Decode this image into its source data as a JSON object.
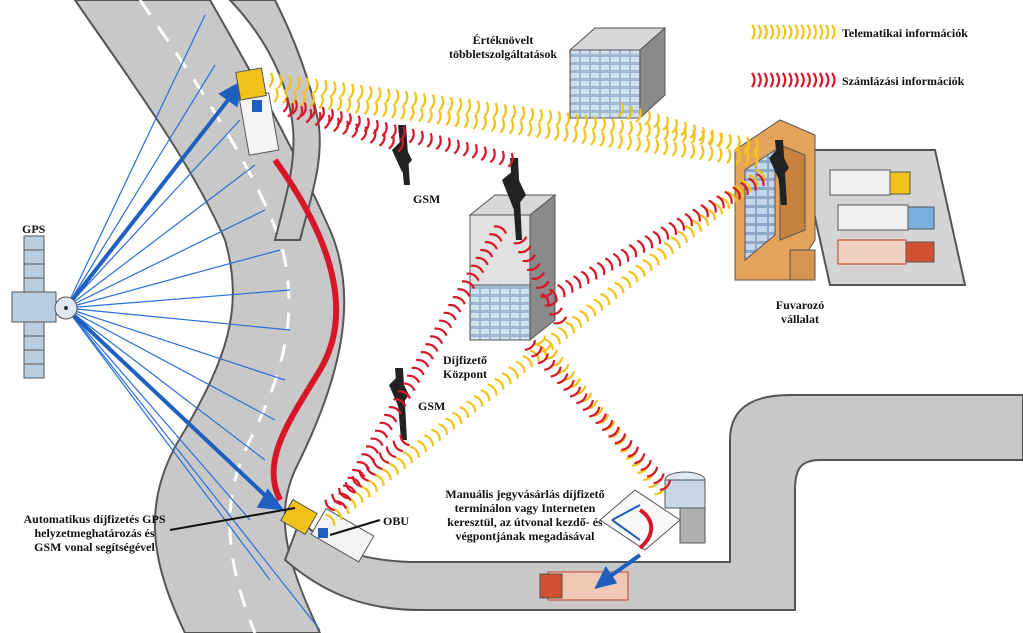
{
  "legend": {
    "telematics": {
      "label": "Telematikai információk",
      "color": "#f2c21a"
    },
    "billing": {
      "label": "Számlázási információk",
      "color": "#d6172a"
    }
  },
  "labels": {
    "gps": "GPS",
    "value_added_line1": "Értéknövelt",
    "value_added_line2": "többletszolgáltatások",
    "gsm_top": "GSM",
    "gsm_bottom": "GSM",
    "toll_center_line1": "Díjfizető",
    "toll_center_line2": "Központ",
    "carrier_line1": "Fuvarozó",
    "carrier_line2": "vállalat",
    "obu": "OBU",
    "auto_line1": "Automatikus díjfizetés GPS",
    "auto_line2": "helyzetmeghatározás és",
    "auto_line3": "GSM vonal segítségével",
    "manual_line1": "Manuális jegyvásárlás díjfizető",
    "manual_line2": "terminálon vagy Interneten",
    "manual_line3": "keresztül, az útvonal kezdő- és",
    "manual_line4": "végpontjának megadásával"
  },
  "colors": {
    "road": "#c8c8c8",
    "road_edge": "#555555",
    "gps_rays": "#2a6fd6",
    "route": "#d6172a",
    "building_glass": "#b8cde0",
    "building_side": "#8a8a8a"
  }
}
